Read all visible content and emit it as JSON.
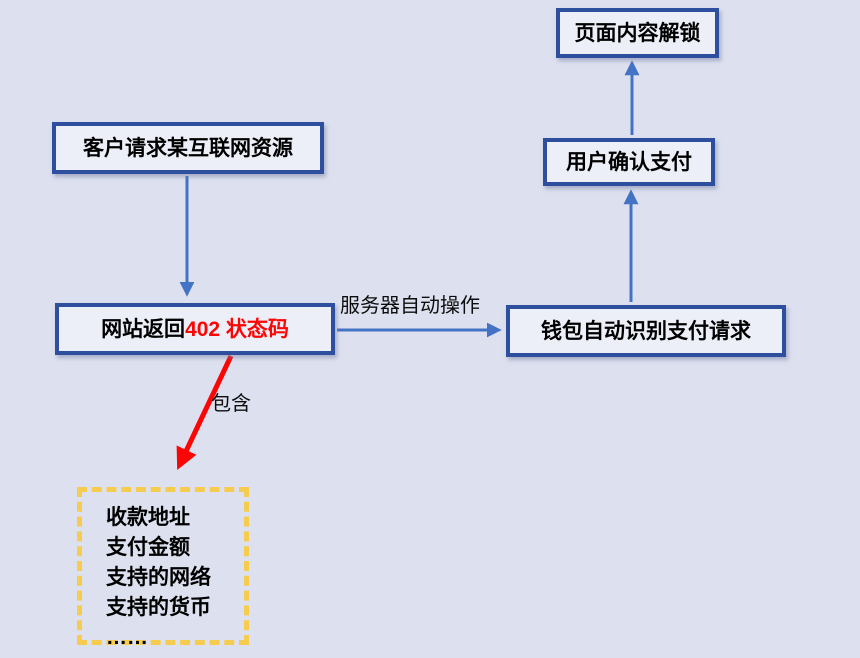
{
  "diagram": {
    "kind": "flowchart",
    "language": "zh-CN",
    "colors": {
      "background": "#dde1ef",
      "node_fill": "#edeff8",
      "node_border": "#2e4f9e",
      "arrow_blue": "#4472c4",
      "arrow_red": "#fb0505",
      "payload_dashed_border": "#f6cc4f",
      "highlight_text": "#fb0505"
    },
    "nodes": {
      "request": {
        "label": "客户请求某互联网资源"
      },
      "status402": {
        "prefix": "网站返回 ",
        "highlight": "402 状态码"
      },
      "wallet": {
        "label": "钱包自动识别支付请求"
      },
      "confirm": {
        "label": "用户确认支付"
      },
      "unlock": {
        "label": "页面内容解锁"
      }
    },
    "edge_labels": {
      "server_auto": "服务器自动操作",
      "contains": "包含"
    },
    "payload_box": {
      "items": [
        "收款地址",
        "支付金额",
        "支持的网络",
        "支持的货币",
        "……"
      ]
    }
  }
}
